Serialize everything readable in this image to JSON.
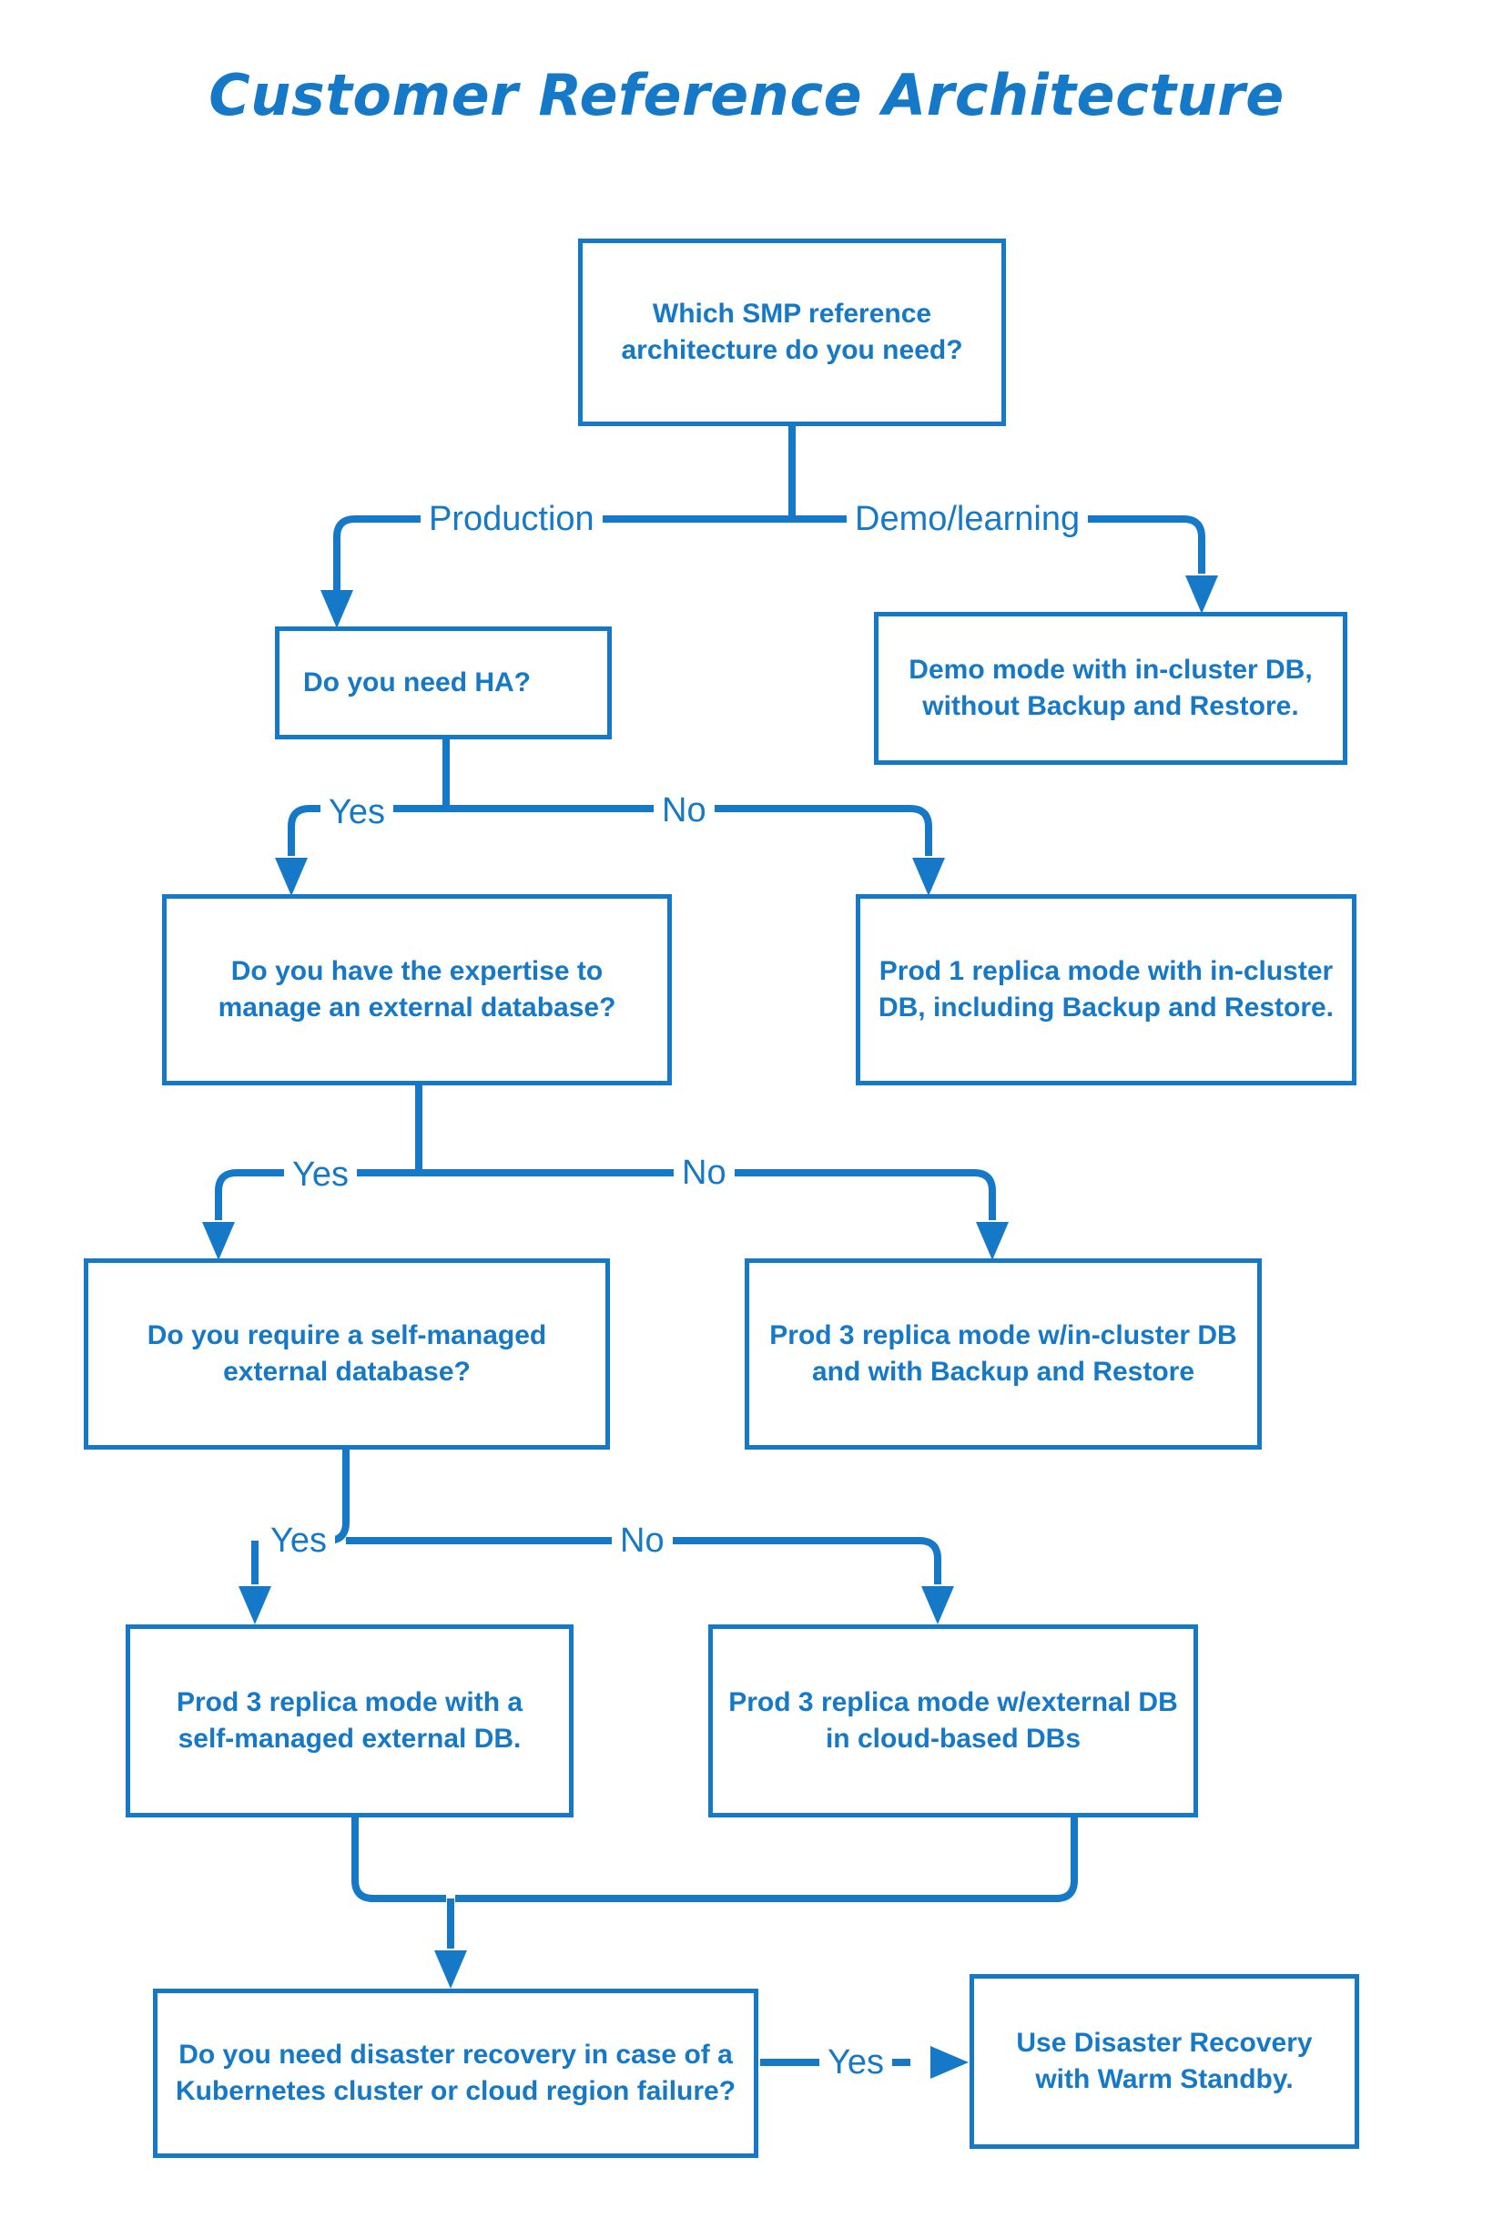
{
  "page": {
    "title": "Customer Reference Architecture",
    "accent_color": "#1579C8",
    "background_color": "#FFFFFF"
  },
  "chart_data": {
    "type": "diagram",
    "diagram_kind": "decision-flowchart",
    "title": "Customer Reference Architecture",
    "nodes": [
      {
        "id": "n1",
        "kind": "decision",
        "label": "Which SMP reference architecture do you need?"
      },
      {
        "id": "n2",
        "kind": "decision",
        "label": "Do you need HA?"
      },
      {
        "id": "n3",
        "kind": "outcome",
        "label": "Demo mode with in-cluster DB, without Backup and Restore."
      },
      {
        "id": "n4",
        "kind": "decision",
        "label": "Do you have the expertise to manage an external database?"
      },
      {
        "id": "n5",
        "kind": "outcome",
        "label": "Prod 1 replica mode with in-cluster DB, including Backup and Restore."
      },
      {
        "id": "n6",
        "kind": "decision",
        "label": "Do you require a self-managed external database?"
      },
      {
        "id": "n7",
        "kind": "outcome",
        "label": "Prod 3 replica mode w/in-cluster DB and with Backup and Restore"
      },
      {
        "id": "n8",
        "kind": "outcome",
        "label": "Prod 3 replica mode with a self-managed external DB."
      },
      {
        "id": "n9",
        "kind": "outcome",
        "label": "Prod 3 replica mode w/external DB in cloud-based DBs"
      },
      {
        "id": "n10",
        "kind": "decision",
        "label": "Do you need disaster recovery in case of a Kubernetes cluster or cloud region failure?"
      },
      {
        "id": "n11",
        "kind": "outcome",
        "label": "Use Disaster Recovery with Warm Standby."
      }
    ],
    "edges": [
      {
        "from": "n1",
        "to": "n2",
        "label": "Production"
      },
      {
        "from": "n1",
        "to": "n3",
        "label": "Demo/learning"
      },
      {
        "from": "n2",
        "to": "n4",
        "label": "Yes"
      },
      {
        "from": "n2",
        "to": "n5",
        "label": "No"
      },
      {
        "from": "n4",
        "to": "n6",
        "label": "Yes"
      },
      {
        "from": "n4",
        "to": "n7",
        "label": "No"
      },
      {
        "from": "n6",
        "to": "n8",
        "label": "Yes"
      },
      {
        "from": "n6",
        "to": "n9",
        "label": "No"
      },
      {
        "from": "n8",
        "to": "n10",
        "label": ""
      },
      {
        "from": "n9",
        "to": "n10",
        "label": ""
      },
      {
        "from": "n10",
        "to": "n11",
        "label": "Yes"
      }
    ]
  },
  "nodes": {
    "n1": "Which SMP reference architecture do you need?",
    "n2": "Do you need HA?",
    "n3": "Demo mode with in-cluster DB, without Backup and Restore.",
    "n4": "Do you have the expertise to manage an external database?",
    "n5": "Prod 1 replica mode with in-cluster DB, including Backup and Restore.",
    "n6": "Do you require a self-managed external database?",
    "n7": "Prod 3 replica mode w/in-cluster DB and with Backup and Restore",
    "n8": "Prod 3 replica mode with a self-managed external DB.",
    "n9": "Prod 3 replica mode w/external DB in cloud-based DBs",
    "n10": "Do you need disaster recovery in case of a Kubernetes cluster or cloud region failure?",
    "n11": "Use Disaster Recovery with Warm Standby."
  },
  "edge_labels": {
    "e1_production": "Production",
    "e1_demo": "Demo/learning",
    "e2_yes": "Yes",
    "e2_no": "No",
    "e4_yes": "Yes",
    "e4_no": "No",
    "e6_yes": "Yes",
    "e6_no": "No",
    "e10_yes": "Yes"
  }
}
